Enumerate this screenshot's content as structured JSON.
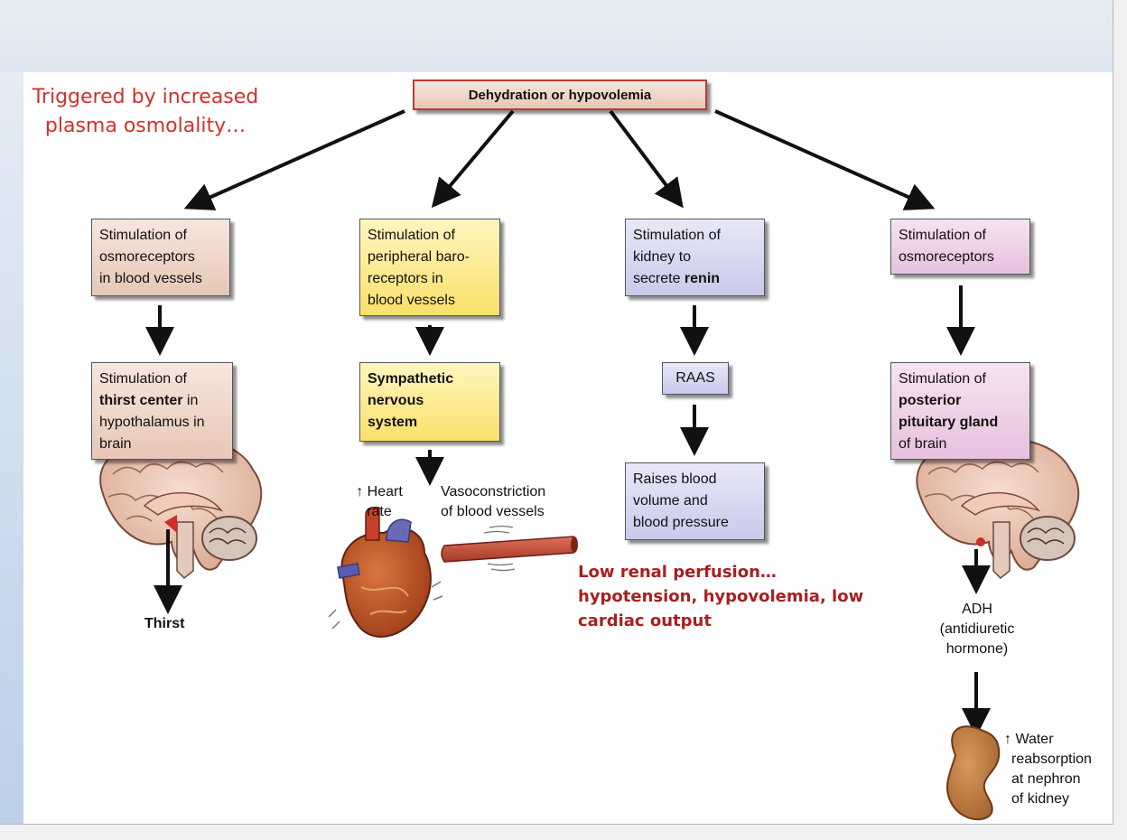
{
  "top_box": "Dehydration or hypovolemia",
  "note_triggered": [
    "Triggered by increased",
    "plasma osmolality…"
  ],
  "col1": {
    "box1": [
      "Stimulation of",
      "osmoreceptors",
      "in blood vessels"
    ],
    "box2": {
      "l1": "Stimulation of",
      "l2_bold": "thirst center",
      "l2_rest": " in",
      "l3": "hypothalamus in",
      "l4": "brain"
    },
    "result": "Thirst"
  },
  "col2": {
    "box1": [
      "Stimulation of",
      "peripheral baro-",
      "receptors in",
      "blood vessels"
    ],
    "box2": [
      "Sympathetic",
      "nervous",
      "system"
    ],
    "heart_rate": [
      "↑ Heart",
      "rate"
    ],
    "vaso": [
      "Vasoconstriction",
      "of blood vessels"
    ]
  },
  "col3": {
    "box1": {
      "l1": "Stimulation of",
      "l2": "kidney to",
      "l3_pre": "secrete ",
      "l3_bold": "renin"
    },
    "box2": "RAAS",
    "box3": [
      "Raises blood",
      "volume and",
      "blood pressure"
    ]
  },
  "note_low_renal": [
    "Low renal perfusion…",
    "hypotension, hypovolemia, low",
    "cardiac output"
  ],
  "col4": {
    "box1": [
      "Stimulation of",
      "osmoreceptors"
    ],
    "box2": {
      "l1": "Stimulation of",
      "l2": "posterior",
      "l3": "pituitary gland",
      "l4": "of brain"
    },
    "adh": [
      "ADH",
      "(antidiuretic",
      "hormone)"
    ],
    "water": [
      "↑ Water",
      "reabsorption",
      "at nephron",
      "of kidney"
    ]
  }
}
